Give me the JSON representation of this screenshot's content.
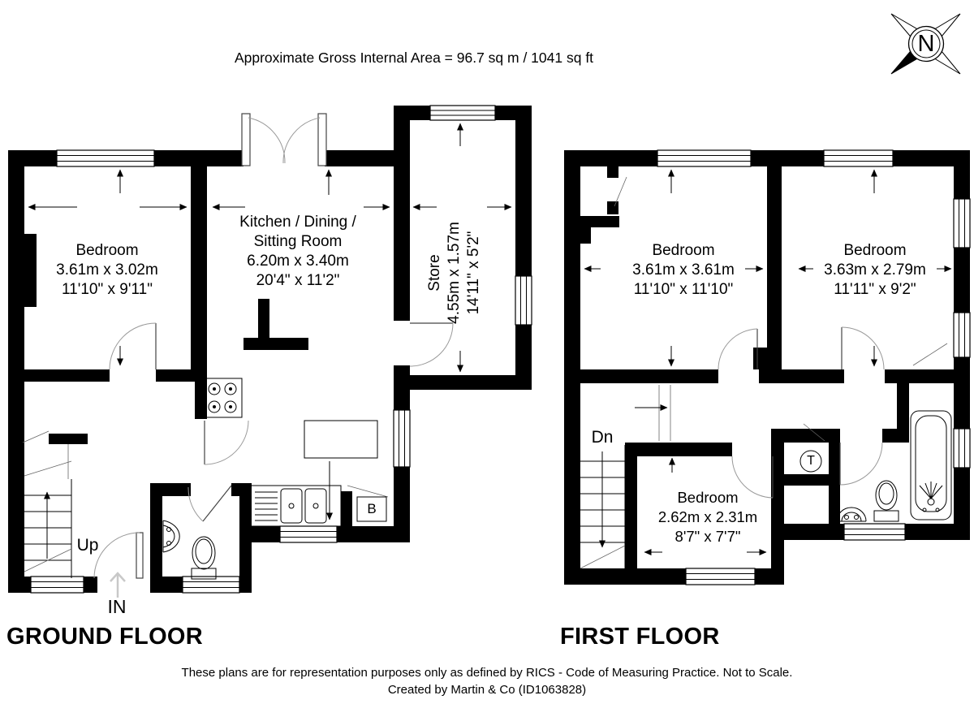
{
  "header": {
    "area_text": "Approximate Gross Internal Area = 96.7 sq m / 1041 sq ft"
  },
  "compass": {
    "label": "N"
  },
  "ground_floor": {
    "title": "GROUND FLOOR",
    "rooms": {
      "bedroom": {
        "name": "Bedroom",
        "metric": "3.61m x 3.02m",
        "imperial": "11'10\" x 9'11\""
      },
      "kitchen": {
        "name_line1": "Kitchen / Dining /",
        "name_line2": "Sitting Room",
        "metric": "6.20m x 3.40m",
        "imperial": "20'4\" x 11'2\""
      },
      "store": {
        "name": "Store",
        "metric": "4.55m x 1.57m",
        "imperial": "14'11\" x 5'2\""
      }
    },
    "labels": {
      "stairs": "Up",
      "entrance": "IN",
      "boiler": "B"
    }
  },
  "first_floor": {
    "title": "FIRST FLOOR",
    "rooms": {
      "bedroom_left": {
        "name": "Bedroom",
        "metric": "3.61m x 3.61m",
        "imperial": "11'10\" x 11'10\""
      },
      "bedroom_right": {
        "name": "Bedroom",
        "metric": "3.63m x 2.79m",
        "imperial": "11'11\" x 9'2\""
      },
      "bedroom_small": {
        "name": "Bedroom",
        "metric": "2.62m x 2.31m",
        "imperial": "8'7\" x 7'7\""
      }
    },
    "labels": {
      "stairs": "Dn",
      "tank": "T"
    }
  },
  "footer": {
    "line1": "These plans are for representation purposes only as defined by RICS - Code of Measuring Practice. Not to Scale.",
    "line2": "Created by Martin & Co (ID1063828)"
  }
}
